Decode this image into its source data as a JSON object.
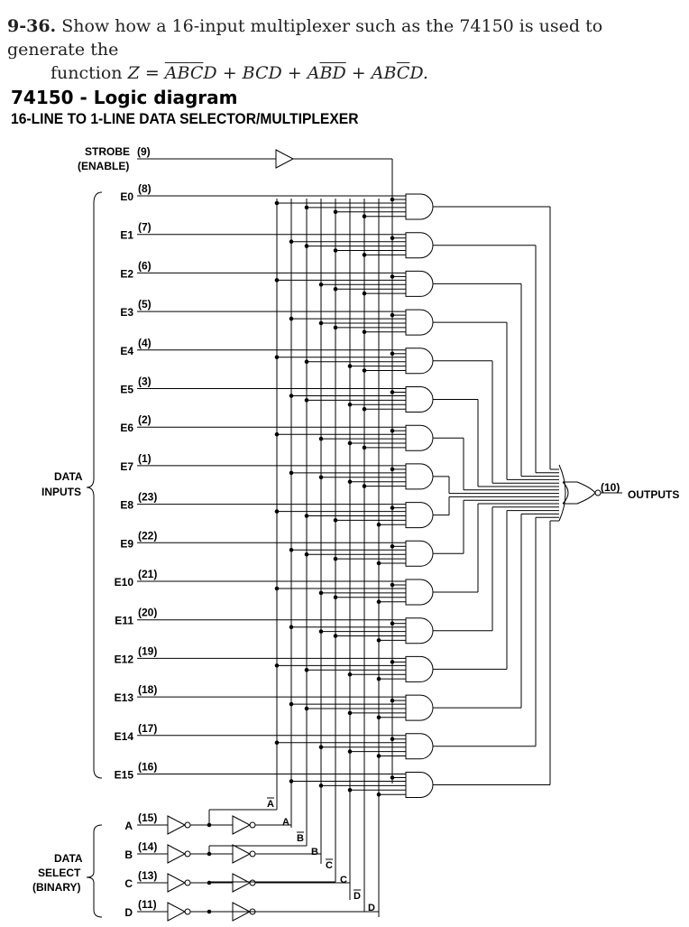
{
  "problem": {
    "number": "9-36.",
    "text_line1": "Show how a 16-input multiplexer such as the 74150 is used to generate the",
    "text_line2_prefix": "function ",
    "function_terms": [
      "Z",
      "=",
      "ABCD",
      "+",
      "BCD",
      "+",
      "ABD",
      "+",
      "ABCD."
    ]
  },
  "diagram": {
    "title": "74150 - Logic diagram",
    "subtitle": "16-LINE TO 1-LINE DATA SELECTOR/MULTIPLEXER",
    "strobe": {
      "label_line1": "STROBE",
      "label_line2": "(ENABLE)",
      "pin": "(9)"
    },
    "data_inputs_group": {
      "line1": "DATA",
      "line2": "INPUTS"
    },
    "data_inputs": [
      {
        "name": "E0",
        "pin": "(8)"
      },
      {
        "name": "E1",
        "pin": "(7)"
      },
      {
        "name": "E2",
        "pin": "(6)"
      },
      {
        "name": "E3",
        "pin": "(5)"
      },
      {
        "name": "E4",
        "pin": "(4)"
      },
      {
        "name": "E5",
        "pin": "(3)"
      },
      {
        "name": "E6",
        "pin": "(2)"
      },
      {
        "name": "E7",
        "pin": "(1)"
      },
      {
        "name": "E8",
        "pin": "(23)"
      },
      {
        "name": "E9",
        "pin": "(22)"
      },
      {
        "name": "E10",
        "pin": "(21)"
      },
      {
        "name": "E11",
        "pin": "(20)"
      },
      {
        "name": "E12",
        "pin": "(19)"
      },
      {
        "name": "E13",
        "pin": "(18)"
      },
      {
        "name": "E14",
        "pin": "(17)"
      },
      {
        "name": "E15",
        "pin": "(16)"
      }
    ],
    "data_select_group": {
      "line1": "DATA",
      "line2": "SELECT",
      "line3": "(BINARY)"
    },
    "select_inputs": [
      {
        "name": "A",
        "pin": "(15)"
      },
      {
        "name": "B",
        "pin": "(14)"
      },
      {
        "name": "C",
        "pin": "(13)"
      },
      {
        "name": "D",
        "pin": "(11)"
      }
    ],
    "select_line_labels": [
      {
        "text": "A",
        "overbar": true
      },
      {
        "text": "A",
        "overbar": false
      },
      {
        "text": "B",
        "overbar": true
      },
      {
        "text": "B",
        "overbar": false
      },
      {
        "text": "C",
        "overbar": true
      },
      {
        "text": "C",
        "overbar": false
      },
      {
        "text": "D",
        "overbar": true
      },
      {
        "text": "D",
        "overbar": false
      }
    ],
    "output": {
      "pin": "(10)",
      "label": "OUTPUTS"
    }
  }
}
